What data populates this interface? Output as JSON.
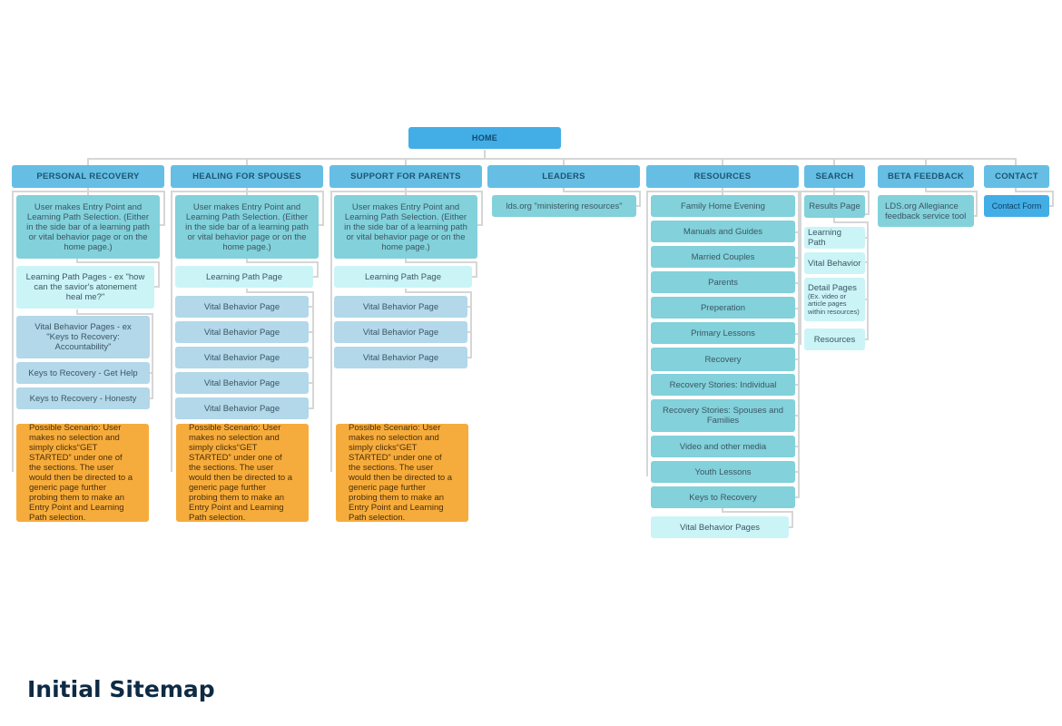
{
  "caption": "Initial Sitemap",
  "home": "HOME",
  "sections": {
    "personal_recovery": "PERSONAL RECOVERY",
    "healing_for_spouses": "HEALING FOR SPOUSES",
    "support_for_parents": "SUPPORT FOR PARENTS",
    "leaders": "LEADERS",
    "resources": "RESOURCES",
    "search": "SEARCH",
    "beta_feedback": "BETA FEEDBACK",
    "contact": "CONTACT"
  },
  "entry_point": "User makes Entry Point and Learning Path Selection. (Either in the side bar of a learning path or vital behavior page or on the home page.)",
  "scenario": "Possible Scenario: User makes no selection and simply clicks“GET STARTED” under one of the sections. The user would then be directed to a generic page further probing them to make an Entry Point and Learning Path selection.",
  "learning_path_page": "Learning Path Page",
  "vital_behavior_page": "Vital Behavior Page",
  "personal_recovery": {
    "learning_path_pages": "Learning Path Pages - ex \"how can the savior's atonement heal me?\"",
    "vital_behavior_pages": "Vital Behavior Pages - ex \"Keys to Recovery: Accountability\"",
    "keys_get_help": "Keys to Recovery - Get Help",
    "keys_honesty": "Keys to Recovery - Honesty"
  },
  "leaders": {
    "item": "lds.org \"ministering resources\""
  },
  "resources": {
    "items": [
      "Family Home Evening",
      "Manuals and Guides",
      "Married Couples",
      "Parents",
      "Preperation",
      "Primary Lessons",
      "Recovery",
      "Recovery Stories: Individual",
      "Recovery Stories: Spouses and Families",
      "Video and other media",
      "Youth Lessons",
      "Keys to Recovery"
    ],
    "vital_behavior_pages": "Vital Behavior Pages"
  },
  "search": {
    "results_page": "Results Page",
    "learning_path": "Learning Path",
    "vital_behavior": "Vital Behavior",
    "detail_pages": "Detail Pages",
    "detail_note": "(Ex. video or article pages within resources)",
    "resources": "Resources"
  },
  "beta_feedback": {
    "item": "LDS.org Allegiance feedback service tool"
  },
  "contact": {
    "item": "Contact Form"
  },
  "colors": {
    "home": "#43ade6",
    "section": "#66bee4",
    "page": "#82d1db",
    "light_page": "#cbf4f7",
    "blue_page": "#b2d8ea",
    "scenario": "#f6ac3c",
    "connector": "#d6d6d6",
    "caption": "#0e2a44"
  }
}
